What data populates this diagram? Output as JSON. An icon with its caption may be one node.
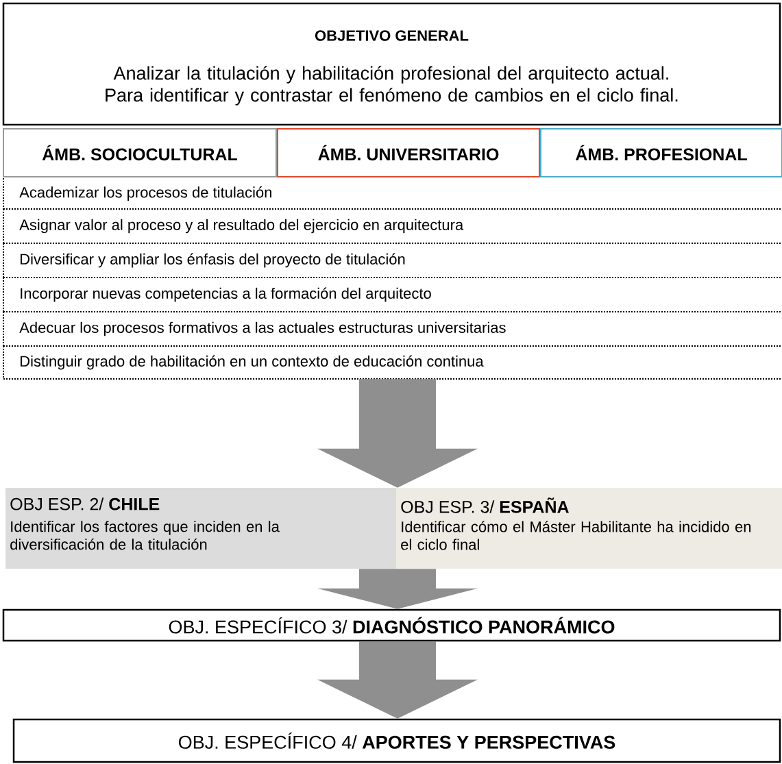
{
  "diagram": {
    "nodes": [
      {
        "text": [
          "OBJETIVO  GENERAL",
          "Analizar la titulación y habilitación profesional del arquitecto actual. Para identificar y contrastar el fenómeno de cambios en el ciclo final."
        ]
      },
      {
        "text": [
          "ÁMB. SOCIOCULTURAL"
        ]
      },
      {
        "text": [
          "ÁMB. UNIVERSITARIO"
        ]
      },
      {
        "text": [
          "ÁMB. PROFESIONAL"
        ]
      },
      {
        "text": [
          "Academizar los procesos de titulación"
        ]
      },
      {
        "text": [
          "Asignar valor al proceso y al resultado del ejercicio en arquitectura"
        ]
      },
      {
        "text": [
          "Diversificar y ampliar los énfasis del proyecto de titulación"
        ]
      },
      {
        "text": [
          "Incorporar nuevas competencias a la formación del arquitecto"
        ]
      },
      {
        "text": [
          "Adecuar los procesos formativos a las actuales estructuras universitarias"
        ]
      },
      {
        "text": [
          "Distinguir grado de habilitación en un contexto de educación continua"
        ]
      },
      {
        "text": [
          "OBJ ESP. 2/ **CHILE**",
          "Identificar los factores que inciden en la diversificación de la titulación"
        ]
      },
      {
        "text": [
          "OBJ ESP. 3/ **ESPAÑA**",
          "Identificar cómo el Máster Habilitante ha incidido en el ciclo final"
        ]
      },
      {
        "text": [
          "OBJ. ESPECÍFICO 3/ **DIAGNÓSTICO PANORÁMICO**"
        ]
      },
      {
        "text": [
          "OBJ. ESPECÍFICO 4/ **APORTES Y PERSPECTIVAS**"
        ]
      }
    ],
    "edges": [
      {
        "from": 9,
        "to": 10,
        "arrow": "to"
      },
      {
        "from": 9,
        "to": 11,
        "arrow": "to"
      },
      {
        "from": 10,
        "to": 12,
        "arrow": "to"
      },
      {
        "from": 11,
        "to": 12,
        "arrow": "to"
      },
      {
        "from": 12,
        "to": 13,
        "arrow": "to"
      }
    ]
  }
}
